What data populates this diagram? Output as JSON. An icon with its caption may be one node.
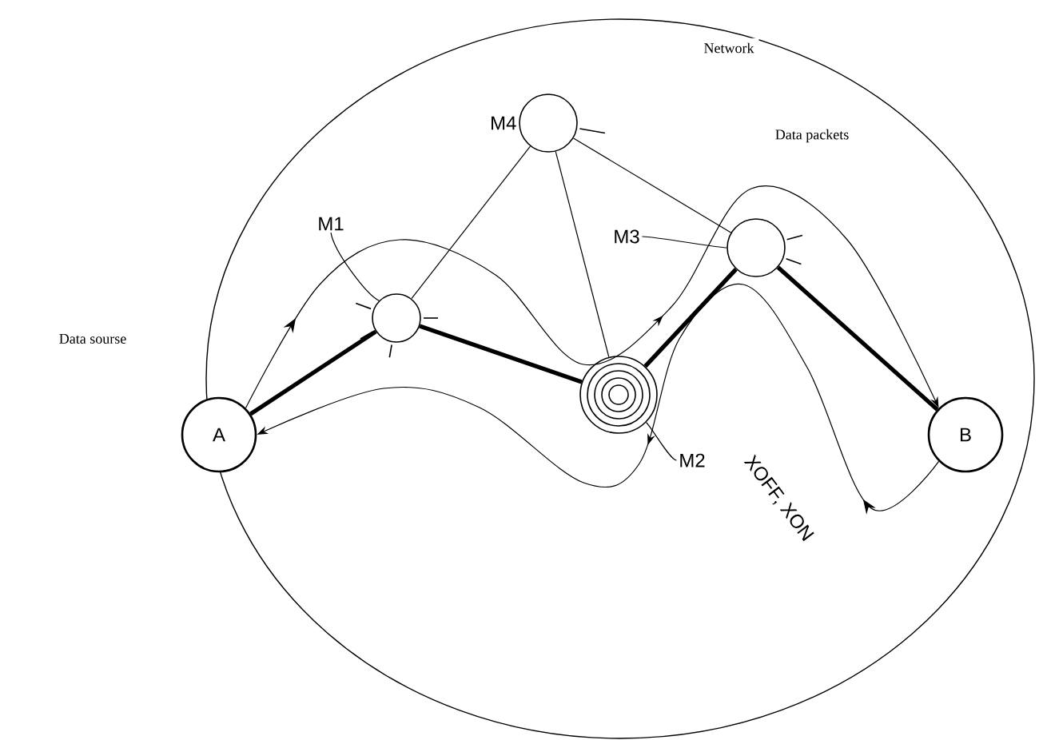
{
  "diagram": {
    "nodes": [
      {
        "text": [
          "Network"
        ]
      },
      {
        "text": [
          "A"
        ]
      },
      {
        "text": [
          "M1"
        ],
        "in": 0
      },
      {
        "text": [],
        "shape": "circle",
        "in": 0
      },
      {
        "text": [
          "M4"
        ],
        "in": 0
      },
      {
        "text": [
          "M3"
        ],
        "in": 0
      },
      {
        "text": [],
        "shape": "circle",
        "in": 0
      },
      {
        "text": [
          "M2"
        ],
        "in": 0
      },
      {
        "text": [],
        "shape": "circle",
        "in": 0
      },
      {
        "text": [
          "B"
        ],
        "in": 0
      }
    ],
    "edges": [
      {
        "from": 1,
        "to": 3,
        "arrow": "none",
        "style": "thick"
      },
      {
        "from": 3,
        "to": 8,
        "arrow": "none",
        "style": "thick"
      },
      {
        "from": 8,
        "to": 6,
        "arrow": "none",
        "style": "thick"
      },
      {
        "from": 6,
        "to": 9,
        "arrow": "none",
        "style": "thick"
      },
      {
        "from": 4,
        "to": 3,
        "arrow": "none"
      },
      {
        "from": 4,
        "to": 8,
        "arrow": "none"
      },
      {
        "from": 4,
        "to": 6,
        "arrow": "none"
      },
      {
        "from": 1,
        "to": 9,
        "arrow": "to",
        "label": "Data packets"
      },
      {
        "from": 9,
        "to": 1,
        "arrow": "to",
        "label": "XOFF, XON"
      },
      {
        "from": 2,
        "to": 3,
        "arrow": "none"
      },
      {
        "from": 5,
        "to": 6,
        "arrow": "none"
      },
      {
        "from": 7,
        "to": 8,
        "arrow": "none"
      }
    ],
    "labels": [
      "Data sourse"
    ]
  }
}
